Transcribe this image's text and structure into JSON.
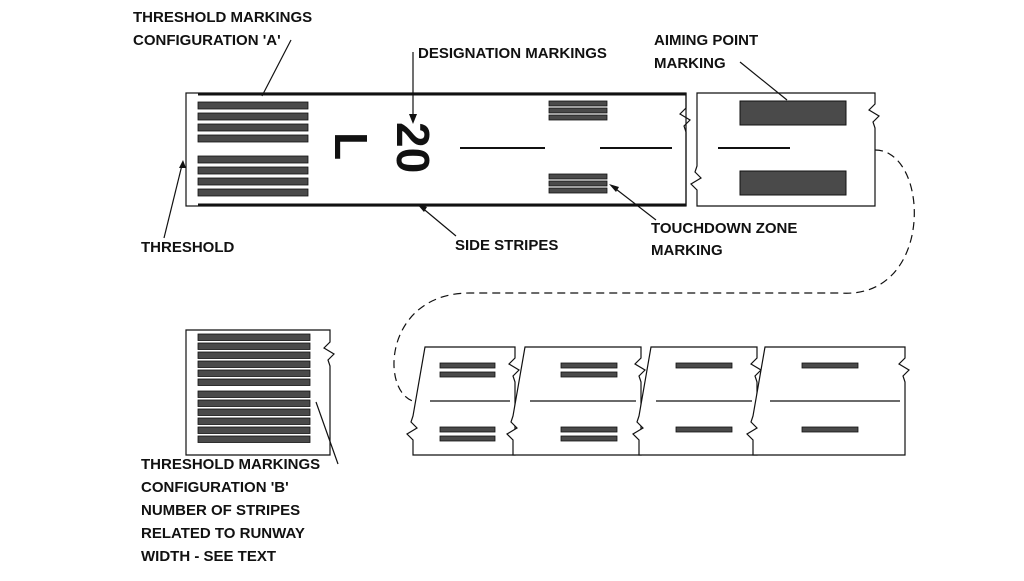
{
  "title": "",
  "labels": {
    "threshold_a_line1": "THRESHOLD MARKINGS",
    "threshold_a_line2": "CONFIGURATION 'A'",
    "designation": "DESIGNATION MARKINGS",
    "aiming_line1": "AIMING POINT",
    "aiming_line2": "MARKING",
    "threshold": "THRESHOLD",
    "side_stripes": "SIDE STRIPES",
    "touchdown_line1": "TOUCHDOWN ZONE",
    "touchdown_line2": "MARKING",
    "threshold_b_line1": "THRESHOLD MARKINGS",
    "threshold_b_line2": "CONFIGURATION 'B'",
    "threshold_b_line3": "NUMBER OF STRIPES",
    "threshold_b_line4": "RELATED TO RUNWAY",
    "threshold_b_line5": "WIDTH - SEE TEXT"
  },
  "runway_designation": {
    "number": "20",
    "letter": "L"
  },
  "colors": {
    "stripe_fill": "#4a4a4a",
    "line": "#111111",
    "background": "#ffffff"
  },
  "counts": {
    "config_a_stripes_per_group": 4,
    "config_a_groups": 2,
    "config_b_stripes": 12,
    "tdz_segments": 4,
    "tdz_bars_per_side": [
      3,
      2,
      2,
      1,
      1
    ]
  }
}
